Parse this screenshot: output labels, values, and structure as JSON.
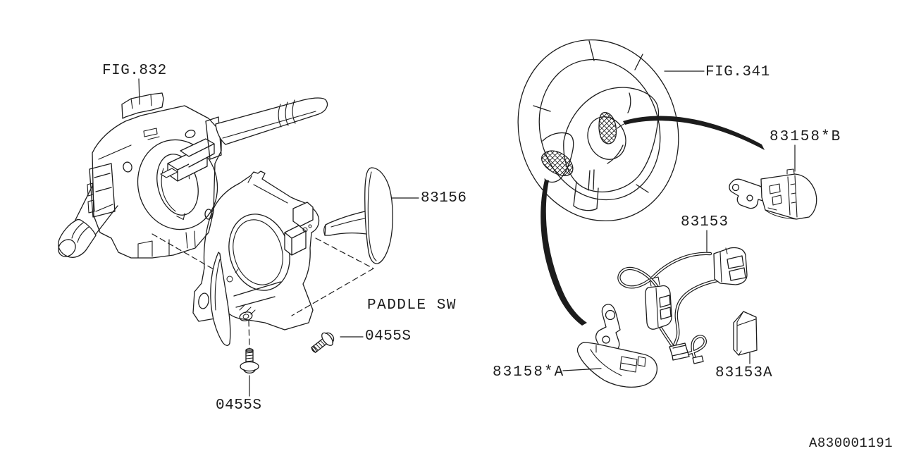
{
  "page": {
    "background": "#ffffff",
    "ink": "#1c1c1c"
  },
  "diagram": {
    "doc_number": "A830001191",
    "callouts": {
      "fig_832": "FIG.832",
      "fig_341": "FIG.341",
      "part_83156": "83156",
      "part_83158_b": "83158*B",
      "part_83153": "83153",
      "note_paddle_sw": "PADDLE SW",
      "screw_right": "0455S",
      "screw_bottom": "0455S",
      "part_83158_a": "83158*A",
      "part_83153_a": "83153A"
    }
  }
}
